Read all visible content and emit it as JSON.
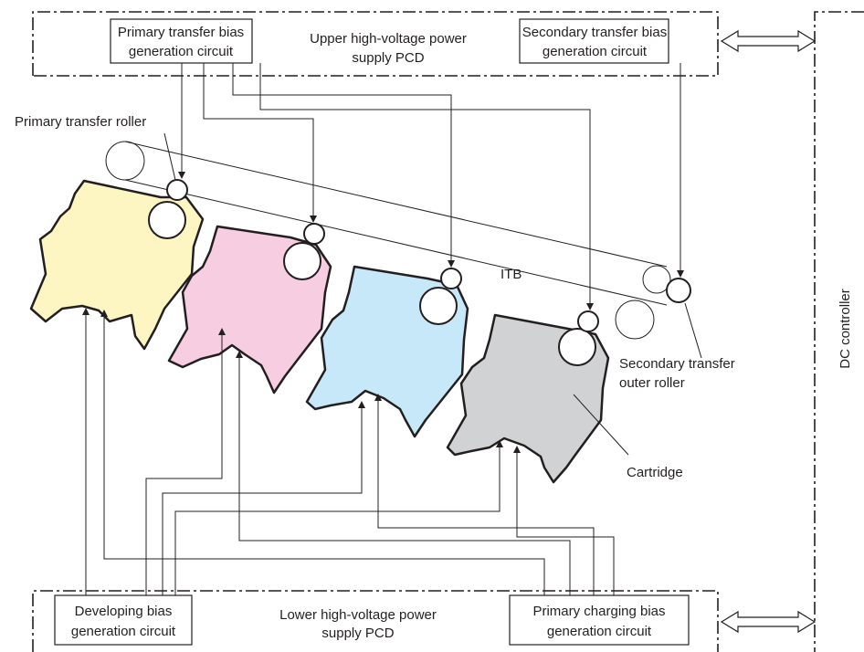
{
  "labels": {
    "upper_pcb": [
      "Upper high-voltage power",
      "supply PCD"
    ],
    "primary_transfer_bias": [
      "Primary transfer bias",
      "generation circuit"
    ],
    "secondary_transfer_bias": [
      "Secondary transfer bias",
      "generation circuit"
    ],
    "primary_transfer_roller": "Primary transfer roller",
    "itb": "ITB",
    "secondary_transfer_outer_roller": [
      "Secondary transfer",
      "outer roller"
    ],
    "cartridge": "Cartridge",
    "dc_controller": "DC controller",
    "developing_bias": [
      "Developing bias",
      "generation circuit"
    ],
    "lower_pcb": [
      "Lower high-voltage power",
      "supply PCD"
    ],
    "primary_charging_bias": [
      "Primary charging bias",
      "generation circuit"
    ]
  },
  "colors": {
    "yellow_cartridge": "#fdf6c3",
    "magenta_cartridge": "#f7cde1",
    "cyan_cartridge": "#c6e8f8",
    "black_cartridge": "#d0d2d3",
    "line": "#231f20"
  }
}
